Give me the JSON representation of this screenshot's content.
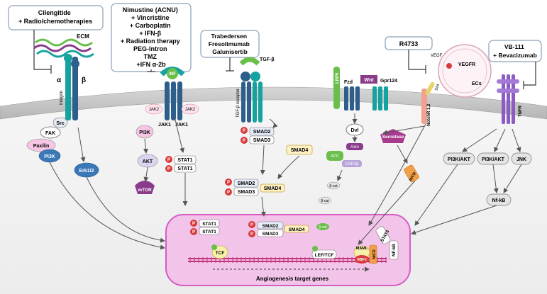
{
  "drug_boxes": {
    "cilengitide": [
      "Cilengitide",
      "+ Radio/chemotherapies"
    ],
    "acnu": [
      "Nimustine (ACNU)",
      "+ Vincristine",
      "+ Carboplatin",
      "+ IFN-β",
      "+ Radiation therapy",
      "PEG-Intron",
      "TMZ",
      "+IFN α-2b"
    ],
    "tgfb": [
      "Trabedersen",
      "Fresolimumab",
      "Galunisertib"
    ],
    "r4733": [
      "R4733"
    ],
    "vb111": [
      "VB-111",
      "+ Bevacizumab"
    ]
  },
  "labels": {
    "ecm": "ECM",
    "alpha": "α",
    "beta": "β",
    "integrin": "Integrin",
    "src": "Src",
    "fak": "FAK",
    "paxilin": "Paxilin",
    "pi3k_left": "PI3K",
    "erk": "Erk1/2",
    "inf": "INF",
    "jak2_left": "JAK2",
    "jak2_right": "JAK2",
    "jak1_left": "JAK1",
    "jak1_right": "JAK1",
    "pi3k_mid": "PI3K",
    "akt": "AKT",
    "mtor": "mTOR",
    "stat1_a": "STAT1",
    "stat1_b": "STAT1",
    "p": "P",
    "tgfb": "TGF-β",
    "tgfb_receptor": "TGF-β receptor",
    "smad2_a": "SMAD2",
    "smad3_a": "SMAD3",
    "smad4_free": "SMAD4",
    "smad2_b": "SMAD2",
    "smad3_b": "SMAD3",
    "smad4_b": "SMAD4",
    "lrp5": "LRP5",
    "fzd": "Fzd",
    "wnt": "Wnt",
    "gpr124": "Gpr124",
    "dvl": "Dvl",
    "axin": "Axin",
    "apc": "APC",
    "gsk3b": "GSK3β",
    "b_cat": "β-cat",
    "vegf": "VEGF",
    "vegfr": "VEGFR",
    "dll4": "Dll4",
    "ecs": "ECs",
    "notch": "NotchR 1,2",
    "secretase": "Secretase",
    "nicd_free": "NICD",
    "tnfr": "TNFR",
    "pi3k_akt_1": "PI3K/AKT",
    "pi3k_akt_2": "PI3K/AKT",
    "jnk": "JNK",
    "nfkb": "Nf-kB",
    "stat1_n1": "STAT1",
    "stat1_n2": "STAT1",
    "smad2_n": "SMAD2",
    "smad3_n": "SMAD3",
    "smad4_n": "SMAD4",
    "stat3": "STAT3",
    "nfkb_n": "NF-kB",
    "tcf": "TCF",
    "lef_tcf": "LEF/TCF",
    "maml": "MAML",
    "nicd_n": "NICD",
    "rbpj": "RBPJ",
    "target_genes": "Angiogenesis target genes"
  },
  "colors": {
    "membrane": "#c9c9c9",
    "nucleus_fill": "#f3c4ea",
    "nucleus_stroke": "#d65bc4",
    "receptor_blue": "#2e5f8c",
    "receptor_teal": "#16a3a0",
    "phospho": "#d93a3a",
    "smad4": "#fff1c4",
    "pi3k_pink": "#f7c6e4",
    "green": "#6abf4b",
    "purple": "#8a3b8c"
  }
}
